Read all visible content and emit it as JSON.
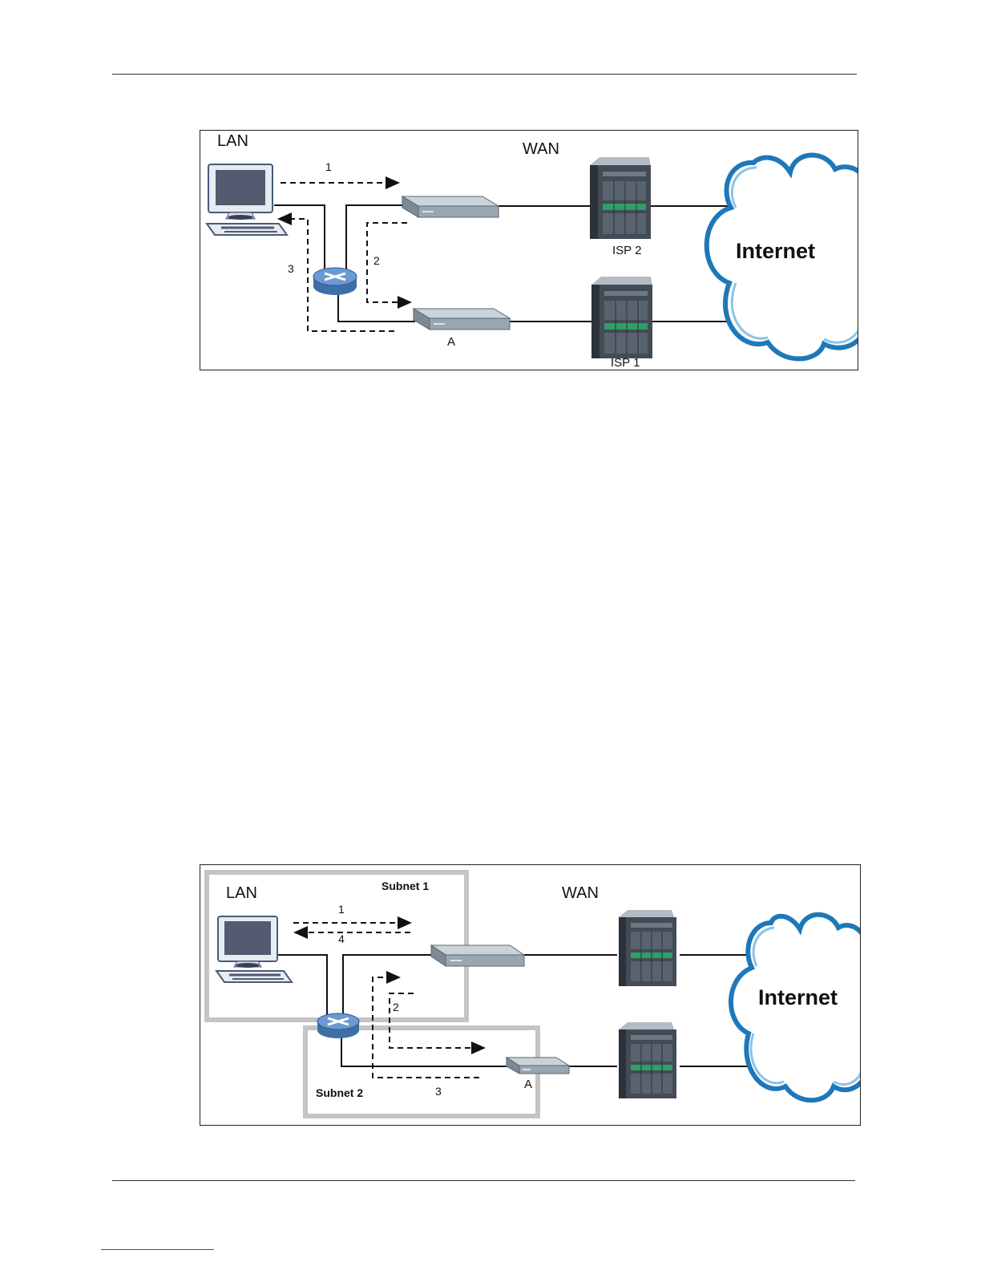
{
  "diagram1": {
    "lan": "LAN",
    "wan": "WAN",
    "step1": "1",
    "step2": "2",
    "step3": "3",
    "isp2": "ISP 2",
    "isp1": "ISP 1",
    "gateway_a": "A",
    "internet": "Internet"
  },
  "diagram2": {
    "lan": "LAN",
    "wan": "WAN",
    "subnet1": "Subnet 1",
    "subnet2": "Subnet 2",
    "step1": "1",
    "step2": "2",
    "step3": "3",
    "step4": "4",
    "gateway_a": "A",
    "internet": "Internet"
  },
  "colors": {
    "cloud_outline": "#1e78b8",
    "subnet_border": "#c4c4c4",
    "monitor_screen": "#545a70",
    "device_body": "#a9b4be",
    "router_body": "#5d8fc8"
  }
}
